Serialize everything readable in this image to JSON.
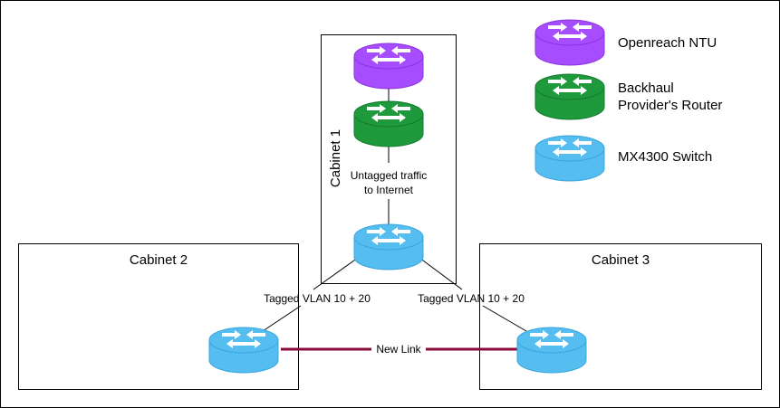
{
  "cabinets": {
    "cabinet1": "Cabinet 1",
    "cabinet2": "Cabinet 2",
    "cabinet3": "Cabinet 3"
  },
  "links": {
    "untagged_line1": "Untagged traffic",
    "untagged_line2": "to Internet",
    "tagged_left": "Tagged VLAN 10 + 20",
    "tagged_right": "Tagged VLAN 10 + 20",
    "new_link": "New Link"
  },
  "legend": {
    "ntu": "Openreach NTU",
    "backhaul_line1": "Backhaul",
    "backhaul_line2": "Provider's Router",
    "switch": "MX4300 Switch"
  },
  "colors": {
    "ntu": "#a64dff",
    "backhaul": "#1e9a3c",
    "switch": "#56bdf0",
    "new_link": "#8b0a3c",
    "line": "#000000"
  },
  "icons": {
    "router": "router-icon"
  }
}
